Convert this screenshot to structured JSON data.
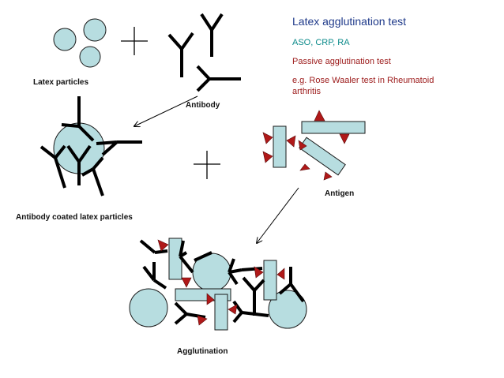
{
  "info": {
    "title": "Latex agglutination test",
    "line1": "ASO, CRP, RA",
    "line2": "Passive agglutination test",
    "line3": "e.g. Rose Waaler test in Rheumatoid arthritis"
  },
  "labels": {
    "latex": "Latex particles",
    "antibody": "Antibody",
    "coated": "Antibody coated latex particles",
    "antigen": "Antigen",
    "agglutination": "Agglutination"
  },
  "colors": {
    "particle_fill": "#b7dde0",
    "particle_stroke": "#1a1a1a",
    "antibody": "#000000",
    "antigen_tip": "#b01919",
    "title_text": "#1f3a8a",
    "line1_text": "#0b8a8a",
    "detail_text": "#9c1a1a"
  }
}
